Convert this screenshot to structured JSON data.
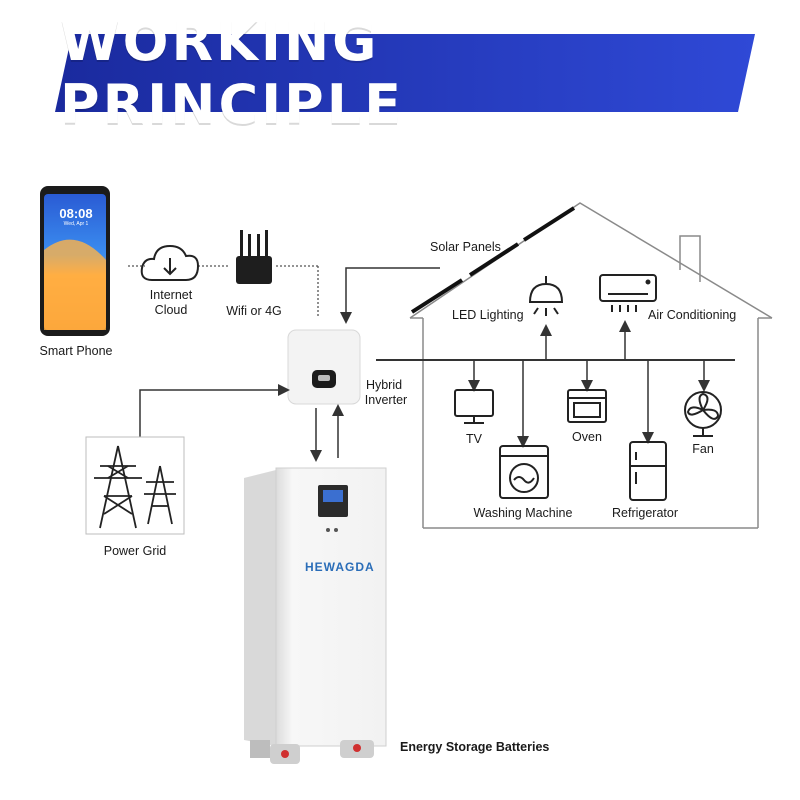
{
  "banner": {
    "title": "WORKING PRINCIPLE"
  },
  "phone": {
    "time": "08:08",
    "date": "Wed, Apr 1"
  },
  "battery": {
    "brand": "HEWAGDA"
  },
  "labels": {
    "smart_phone": "Smart Phone",
    "internet": "Internet",
    "cloud": "Cloud",
    "wifi": "Wifi or 4G",
    "solar_panels": "Solar Panels",
    "hybrid": "Hybrid",
    "inverter": "Inverter",
    "power_grid": "Power Grid",
    "led_lighting": "LED Lighting",
    "air_conditioning": "Air Conditioning",
    "tv": "TV",
    "oven": "Oven",
    "fan": "Fan",
    "washing_machine": "Washing Machine",
    "refrigerator": "Refrigerator",
    "energy_storage": "Energy Storage Batteries"
  },
  "colors": {
    "banner_start": "#1a2a9e",
    "banner_end": "#2f49d6",
    "line": "#333333",
    "house": "#8a8a8a"
  }
}
